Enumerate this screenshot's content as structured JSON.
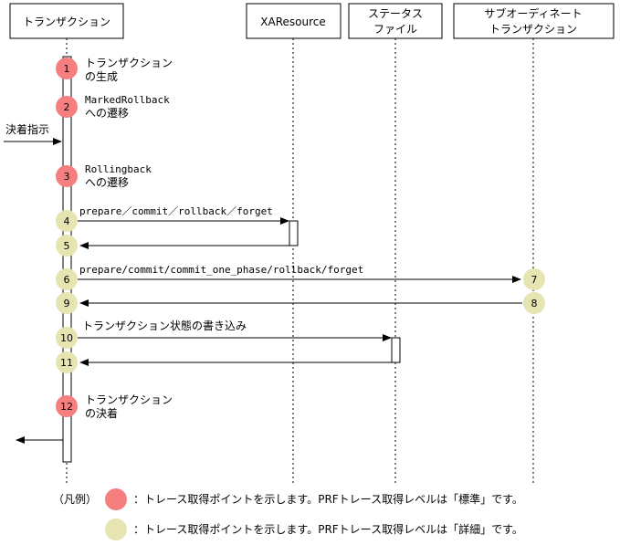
{
  "participants": {
    "transaction": "トランザクション",
    "xaresource": "XAResource",
    "status_file_1": "ステータス",
    "status_file_2": "ファイル",
    "subordinate_1": "サブオーディネート",
    "subordinate_2": "トランザクション"
  },
  "incoming_label": "決着指示",
  "points": [
    {
      "num": "1",
      "kind": "standard",
      "text1": "トランザクション",
      "text2": "の生成"
    },
    {
      "num": "2",
      "kind": "standard",
      "text1": "MarkedRollback",
      "text2": "への遷移"
    },
    {
      "num": "3",
      "kind": "standard",
      "text1": "Rollingback",
      "text2": "への遷移"
    },
    {
      "num": "4",
      "kind": "detail"
    },
    {
      "num": "5",
      "kind": "detail"
    },
    {
      "num": "6",
      "kind": "detail"
    },
    {
      "num": "7",
      "kind": "detail"
    },
    {
      "num": "8",
      "kind": "detail"
    },
    {
      "num": "9",
      "kind": "detail"
    },
    {
      "num": "10",
      "kind": "detail"
    },
    {
      "num": "11",
      "kind": "detail"
    },
    {
      "num": "12",
      "kind": "standard",
      "text1": "トランザクション",
      "text2": "の決着"
    }
  ],
  "messages": {
    "xa": "prepare／commit／rollback／forget",
    "sub": "prepare/commit/commit_one_phase/rollback/forget",
    "status": "トランザクション状態の書き込み"
  },
  "legend": {
    "title": "（凡例）",
    "standard": "：トレース取得ポイントを示します。PRFトレース取得レベルは「標準」です。",
    "detail": "：トレース取得ポイントを示します。PRFトレース取得レベルは「詳細」です。"
  },
  "colors": {
    "standard": "#f57f7f",
    "detail": "#e6e4b0"
  }
}
